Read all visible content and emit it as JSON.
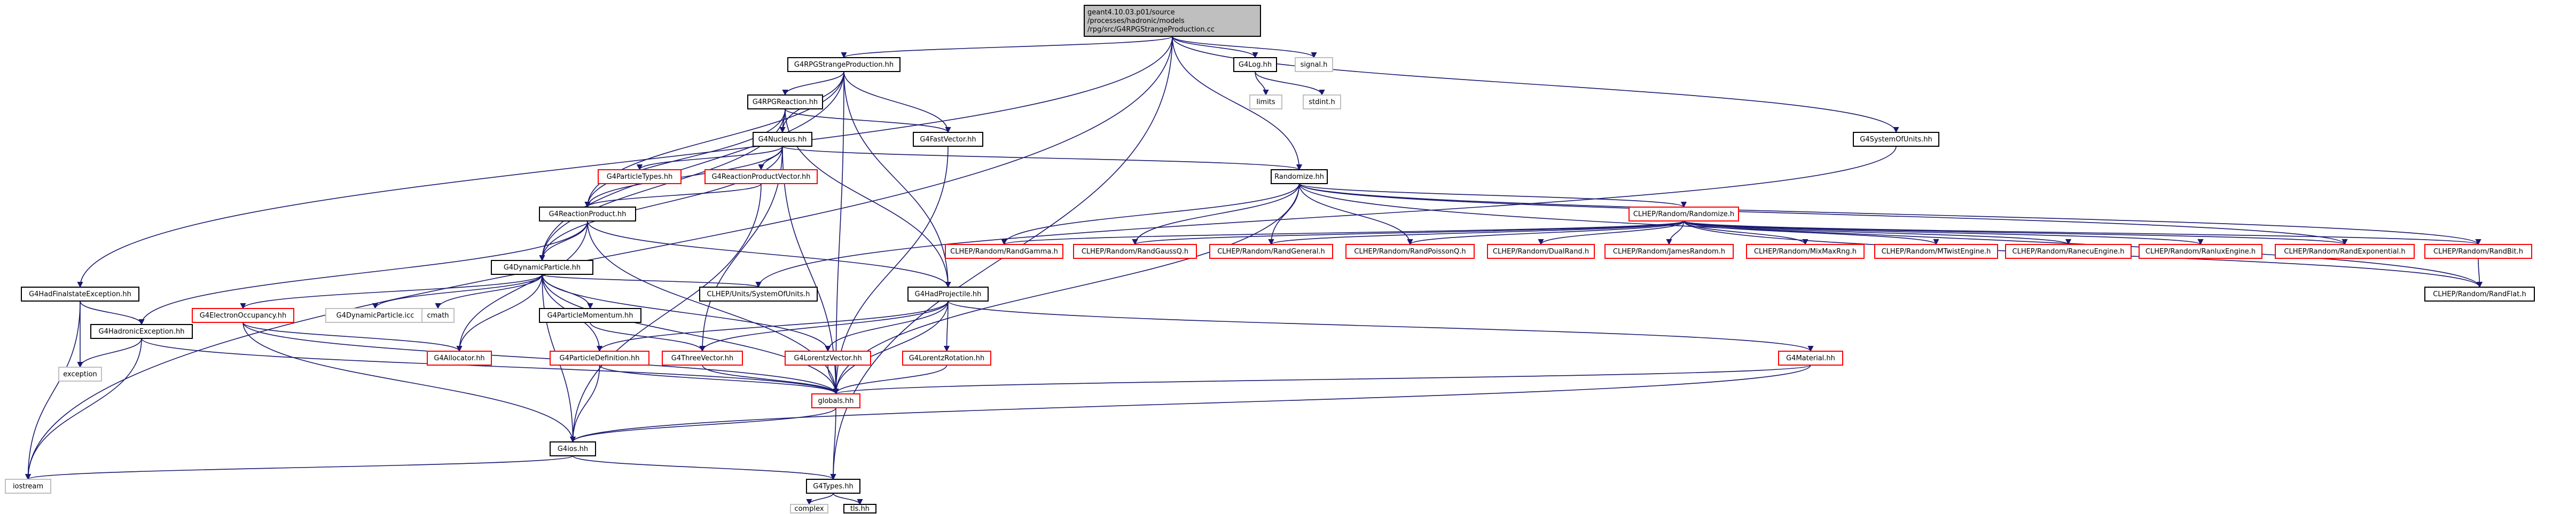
{
  "colors": {
    "root_fill": "#bfbfbf",
    "node_fill": "#ffffff",
    "black_border": "#000000",
    "red_border": "#ff0000",
    "gray_border": "#bfbfbf",
    "edge_blue": "#191970",
    "edge_dark_green": "#006400",
    "edge_black": "#404040"
  },
  "nodes": {
    "root": {
      "lines": [
        "geant4.10.03.p01/source",
        "/processes/hadronic/models",
        "/rpg/src/G4RPGStrangeProduction.cc"
      ],
      "style": "root"
    },
    "rpgStrange": {
      "lines": [
        "G4RPGStrangeProduction.hh"
      ],
      "style": "black"
    },
    "g4log": {
      "lines": [
        "G4Log.hh"
      ],
      "style": "black"
    },
    "signal": {
      "lines": [
        "signal.h"
      ],
      "style": "gray"
    },
    "limits": {
      "lines": [
        "limits"
      ],
      "style": "gray"
    },
    "stdint": {
      "lines": [
        "stdint.h"
      ],
      "style": "gray"
    },
    "rpgReaction": {
      "lines": [
        "G4RPGReaction.hh"
      ],
      "style": "black"
    },
    "fastVector": {
      "lines": [
        "G4FastVector.hh"
      ],
      "style": "black"
    },
    "sysUnits": {
      "lines": [
        "G4SystemOfUnits.hh"
      ],
      "style": "black"
    },
    "g4nucleus": {
      "lines": [
        "G4Nucleus.hh"
      ],
      "style": "black"
    },
    "randomize": {
      "lines": [
        "Randomize.hh"
      ],
      "style": "black"
    },
    "particleTypes": {
      "lines": [
        "G4ParticleTypes.hh"
      ],
      "style": "red"
    },
    "reactionProductVector": {
      "lines": [
        "G4ReactionProductVector.hh"
      ],
      "style": "red"
    },
    "reactionProduct": {
      "lines": [
        "G4ReactionProduct.hh"
      ],
      "style": "black"
    },
    "clhepRandomize": {
      "lines": [
        "CLHEP/Random/Randomize.h"
      ],
      "style": "red"
    },
    "randGamma": {
      "lines": [
        "CLHEP/Random/RandGamma.h"
      ],
      "style": "red"
    },
    "randGaussQ": {
      "lines": [
        "CLHEP/Random/RandGaussQ.h"
      ],
      "style": "red"
    },
    "randGeneral": {
      "lines": [
        "CLHEP/Random/RandGeneral.h"
      ],
      "style": "red"
    },
    "randPoissonQ": {
      "lines": [
        "CLHEP/Random/RandPoissonQ.h"
      ],
      "style": "red"
    },
    "dualRand": {
      "lines": [
        "CLHEP/Random/DualRand.h"
      ],
      "style": "red"
    },
    "jamesRandom": {
      "lines": [
        "CLHEP/Random/JamesRandom.h"
      ],
      "style": "red"
    },
    "mixMax": {
      "lines": [
        "CLHEP/Random/MixMaxRng.h"
      ],
      "style": "red"
    },
    "mtwist": {
      "lines": [
        "CLHEP/Random/MTwistEngine.h"
      ],
      "style": "red"
    },
    "ranecu": {
      "lines": [
        "CLHEP/Random/RanecuEngine.h"
      ],
      "style": "red"
    },
    "ranlux": {
      "lines": [
        "CLHEP/Random/RanluxEngine.h"
      ],
      "style": "red"
    },
    "randExponential": {
      "lines": [
        "CLHEP/Random/RandExponential.h"
      ],
      "style": "red"
    },
    "randBit": {
      "lines": [
        "CLHEP/Random/RandBit.h"
      ],
      "style": "red"
    },
    "randFlat": {
      "lines": [
        "CLHEP/Random/RandFlat.h"
      ],
      "style": "black"
    },
    "hadFinalStateEx": {
      "lines": [
        "G4HadFinalstateException.hh"
      ],
      "style": "black"
    },
    "dynamicParticle": {
      "lines": [
        "G4DynamicParticle.hh"
      ],
      "style": "black"
    },
    "hadronicException": {
      "lines": [
        "G4HadronicException.hh"
      ],
      "style": "black"
    },
    "exception": {
      "lines": [
        "exception"
      ],
      "style": "gray"
    },
    "electronOccupancy": {
      "lines": [
        "G4ElectronOccupancy.hh"
      ],
      "style": "red"
    },
    "dynamicParticleIcc": {
      "lines": [
        "G4DynamicParticle.icc"
      ],
      "style": "gray"
    },
    "cmath": {
      "lines": [
        "cmath"
      ],
      "style": "gray"
    },
    "particleMomentum": {
      "lines": [
        "G4ParticleMomentum.hh"
      ],
      "style": "black"
    },
    "clhepUnits": {
      "lines": [
        "CLHEP/Units/SystemOfUnits.h"
      ],
      "style": "black"
    },
    "hadProjectile": {
      "lines": [
        "G4HadProjectile.hh"
      ],
      "style": "black"
    },
    "allocator": {
      "lines": [
        "G4Allocator.hh"
      ],
      "style": "red"
    },
    "particleDefinition": {
      "lines": [
        "G4ParticleDefinition.hh"
      ],
      "style": "red"
    },
    "threeVector": {
      "lines": [
        "G4ThreeVector.hh"
      ],
      "style": "red"
    },
    "lorentzVector": {
      "lines": [
        "G4LorentzVector.hh"
      ],
      "style": "red"
    },
    "lorentzRotation": {
      "lines": [
        "G4LorentzRotation.hh"
      ],
      "style": "red"
    },
    "material": {
      "lines": [
        "G4Material.hh"
      ],
      "style": "red"
    },
    "globals": {
      "lines": [
        "globals.hh"
      ],
      "style": "red"
    },
    "g4ios": {
      "lines": [
        "G4ios.hh"
      ],
      "style": "black"
    },
    "iostream": {
      "lines": [
        "iostream"
      ],
      "style": "gray"
    },
    "g4types": {
      "lines": [
        "G4Types.hh"
      ],
      "style": "black"
    },
    "complex": {
      "lines": [
        "complex"
      ],
      "style": "gray"
    },
    "tlsHh": {
      "lines": [
        "tls.hh"
      ],
      "style": "black"
    }
  },
  "edges": [
    [
      "root",
      "rpgStrange"
    ],
    [
      "root",
      "g4log"
    ],
    [
      "root",
      "signal"
    ],
    [
      "root",
      "sysUnits"
    ],
    [
      "root",
      "randomize"
    ],
    [
      "root",
      "iostream"
    ],
    [
      "root",
      "hadFinalStateEx"
    ],
    [
      "root",
      "g4types"
    ],
    [
      "g4log",
      "limits"
    ],
    [
      "g4log",
      "stdint"
    ],
    [
      "rpgStrange",
      "rpgReaction"
    ],
    [
      "rpgStrange",
      "fastVector"
    ],
    [
      "rpgStrange",
      "g4nucleus"
    ],
    [
      "rpgStrange",
      "reactionProduct"
    ],
    [
      "rpgStrange",
      "dynamicParticle"
    ],
    [
      "rpgStrange",
      "hadProjectile"
    ],
    [
      "rpgStrange",
      "globals"
    ],
    [
      "rpgReaction",
      "fastVector"
    ],
    [
      "rpgReaction",
      "g4nucleus"
    ],
    [
      "rpgReaction",
      "reactionProduct"
    ],
    [
      "rpgReaction",
      "dynamicParticle"
    ],
    [
      "rpgReaction",
      "hadProjectile"
    ],
    [
      "fastVector",
      "globals"
    ],
    [
      "sysUnits",
      "clhepUnits"
    ],
    [
      "g4nucleus",
      "randomize"
    ],
    [
      "g4nucleus",
      "particleTypes"
    ],
    [
      "g4nucleus",
      "reactionProductVector"
    ],
    [
      "g4nucleus",
      "reactionProduct"
    ],
    [
      "g4nucleus",
      "dynamicParticle"
    ],
    [
      "g4nucleus",
      "threeVector"
    ],
    [
      "g4nucleus",
      "globals"
    ],
    [
      "reactionProductVector",
      "reactionProduct"
    ],
    [
      "reactionProductVector",
      "g4ios"
    ],
    [
      "reactionProduct",
      "dynamicParticle"
    ],
    [
      "reactionProduct",
      "hadronicException"
    ],
    [
      "reactionProduct",
      "allocator"
    ],
    [
      "reactionProduct",
      "hadProjectile"
    ],
    [
      "reactionProduct",
      "globals"
    ],
    [
      "randomize",
      "clhepRandomize"
    ],
    [
      "randomize",
      "randGamma"
    ],
    [
      "randomize",
      "randGaussQ"
    ],
    [
      "randomize",
      "randGeneral"
    ],
    [
      "randomize",
      "randPoissonQ"
    ],
    [
      "randomize",
      "randExponential"
    ],
    [
      "randomize",
      "randBit"
    ],
    [
      "randomize",
      "randFlat"
    ],
    [
      "randomize",
      "globals"
    ],
    [
      "clhepRandomize",
      "randGamma"
    ],
    [
      "clhepRandomize",
      "randGaussQ"
    ],
    [
      "clhepRandomize",
      "randGeneral"
    ],
    [
      "clhepRandomize",
      "randPoissonQ"
    ],
    [
      "clhepRandomize",
      "dualRand"
    ],
    [
      "clhepRandomize",
      "jamesRandom"
    ],
    [
      "clhepRandomize",
      "mixMax"
    ],
    [
      "clhepRandomize",
      "mtwist"
    ],
    [
      "clhepRandomize",
      "ranecu"
    ],
    [
      "clhepRandomize",
      "ranlux"
    ],
    [
      "clhepRandomize",
      "randExponential"
    ],
    [
      "clhepRandomize",
      "randBit"
    ],
    [
      "clhepRandomize",
      "randFlat"
    ],
    [
      "randBit",
      "randFlat"
    ],
    [
      "hadFinalStateEx",
      "hadronicException"
    ],
    [
      "hadFinalStateEx",
      "exception"
    ],
    [
      "hadFinalStateEx",
      "iostream"
    ],
    [
      "hadronicException",
      "exception"
    ],
    [
      "hadronicException",
      "iostream"
    ],
    [
      "hadronicException",
      "globals"
    ],
    [
      "dynamicParticle",
      "electronOccupancy"
    ],
    [
      "dynamicParticle",
      "dynamicParticleIcc"
    ],
    [
      "dynamicParticle",
      "cmath"
    ],
    [
      "dynamicParticle",
      "particleMomentum"
    ],
    [
      "dynamicParticle",
      "clhepUnits"
    ],
    [
      "dynamicParticle",
      "allocator"
    ],
    [
      "dynamicParticle",
      "particleDefinition"
    ],
    [
      "dynamicParticle",
      "lorentzVector"
    ],
    [
      "dynamicParticle",
      "g4ios"
    ],
    [
      "dynamicParticle",
      "globals"
    ],
    [
      "electronOccupancy",
      "allocator"
    ],
    [
      "electronOccupancy",
      "g4ios"
    ],
    [
      "electronOccupancy",
      "globals"
    ],
    [
      "particleMomentum",
      "threeVector"
    ],
    [
      "hadProjectile",
      "particleDefinition"
    ],
    [
      "hadProjectile",
      "threeVector"
    ],
    [
      "hadProjectile",
      "lorentzVector"
    ],
    [
      "hadProjectile",
      "lorentzRotation"
    ],
    [
      "hadProjectile",
      "material"
    ],
    [
      "hadProjectile",
      "globals"
    ],
    [
      "particleDefinition",
      "g4ios"
    ],
    [
      "particleDefinition",
      "globals"
    ],
    [
      "threeVector",
      "globals"
    ],
    [
      "lorentzVector",
      "globals"
    ],
    [
      "lorentzRotation",
      "globals"
    ],
    [
      "material",
      "globals"
    ],
    [
      "material",
      "g4ios"
    ],
    [
      "globals",
      "g4ios"
    ],
    [
      "globals",
      "g4types"
    ],
    [
      "g4ios",
      "iostream"
    ],
    [
      "g4ios",
      "g4types"
    ],
    [
      "g4types",
      "complex"
    ],
    [
      "g4types",
      "tlsHh"
    ]
  ]
}
